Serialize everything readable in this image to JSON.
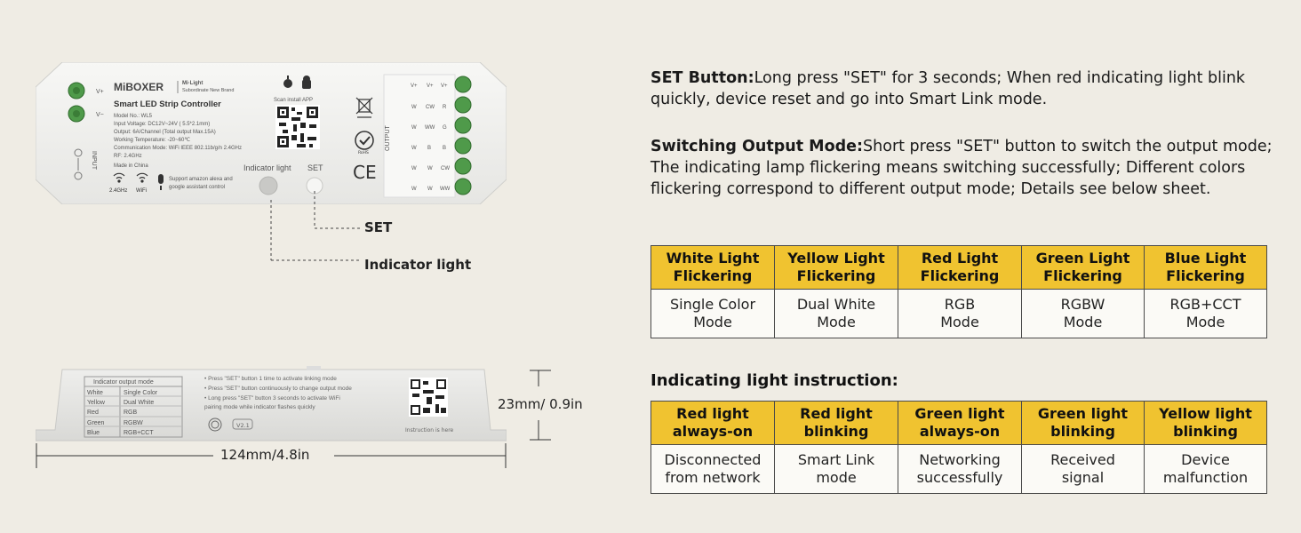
{
  "device_top": {
    "brand": "MiBOXER",
    "sub_brand_line1": "Mi·Light",
    "sub_brand_line2": "Subordinate New Brand",
    "title": "Smart LED Strip Controller",
    "specs": [
      "Model No.: WL5",
      "Input Voltage: DC12V~24V ( 5.5*2.1mm)",
      "Output: 6A/Channel (Total output Max.15A)",
      "Working Temperature: -20~60℃",
      "Communication Mode: WiFi IEEE 802.11b/g/n 2.4GHz",
      "RF: 2.4GHz",
      "Made in China"
    ],
    "scan_label": "Scan install APP",
    "vplus": "V+",
    "vminus": "V−",
    "input_label": "INPUT",
    "wifi_24": "2.4GHz",
    "wifi": "WiFi",
    "voice_line1": "Support amazon alexa and",
    "voice_line2": "google assistant control",
    "indicator_label": "Indicator light",
    "set_label": "SET",
    "output_label": "OUTPUT",
    "output_cols": [
      [
        "V+",
        "W",
        "W",
        "W",
        "W",
        "W"
      ],
      [
        "V+",
        "CW",
        "WW",
        "B",
        "W",
        "W"
      ],
      [
        "V+",
        "R",
        "G",
        "B",
        "CW",
        "WW"
      ]
    ],
    "ce": "CE",
    "rohs": "RoHS"
  },
  "callouts": {
    "set": "SET",
    "indicator": "Indicator light"
  },
  "device_side": {
    "table_title": "Indicator output mode",
    "rows": [
      [
        "White",
        "Single Color"
      ],
      [
        "Yellow",
        "Dual White"
      ],
      [
        "Red",
        "RGB"
      ],
      [
        "Green",
        "RGBW"
      ],
      [
        "Blue",
        "RGB+CCT"
      ]
    ],
    "notes": [
      "• Press \"SET\" button 1 time to activate linking mode",
      "• Press \"SET\" button continuously to change output mode",
      "• Long press \"SET\" button 3 seconds to activate WiFi",
      "  pairing mode while indicator flashes quickly"
    ],
    "version": "V2.1",
    "instruction": "Instruction is here"
  },
  "dimensions": {
    "height": "23mm/ 0.9in",
    "width": "124mm/4.8in"
  },
  "set_button": {
    "label": "SET Button:",
    "text": "Long press \"SET\" for 3 seconds; When red indicating light blink quickly, device reset and go into Smart Link mode."
  },
  "switching": {
    "label": "Switching Output Mode:",
    "text": "Short press \"SET\" button to switch the output mode; The indicating lamp flickering means switching successfully; Different colors flickering correspond to different output mode; Details see below sheet."
  },
  "mode_table": {
    "headers": [
      "White Light\nFlickering",
      "Yellow Light\nFlickering",
      "Red Light\nFlickering",
      "Green Light\nFlickering",
      "Blue Light\nFlickering"
    ],
    "values": [
      "Single Color\nMode",
      "Dual White\nMode",
      "RGB\nMode",
      "RGBW\nMode",
      "RGB+CCT\nMode"
    ]
  },
  "indicating_title": "Indicating light instruction:",
  "indicating_table": {
    "headers": [
      "Red light\nalways-on",
      "Red light\nblinking",
      "Green light\nalways-on",
      "Green light\nblinking",
      "Yellow light\nblinking"
    ],
    "values": [
      "Disconnected\nfrom network",
      "Smart Link\nmode",
      "Networking\nsuccessfully",
      "Received\nsignal",
      "Device\nmalfunction"
    ]
  },
  "colors": {
    "header_yellow": "#f0c330",
    "terminal_green": "#4f9a4a",
    "background": "#efece4"
  }
}
